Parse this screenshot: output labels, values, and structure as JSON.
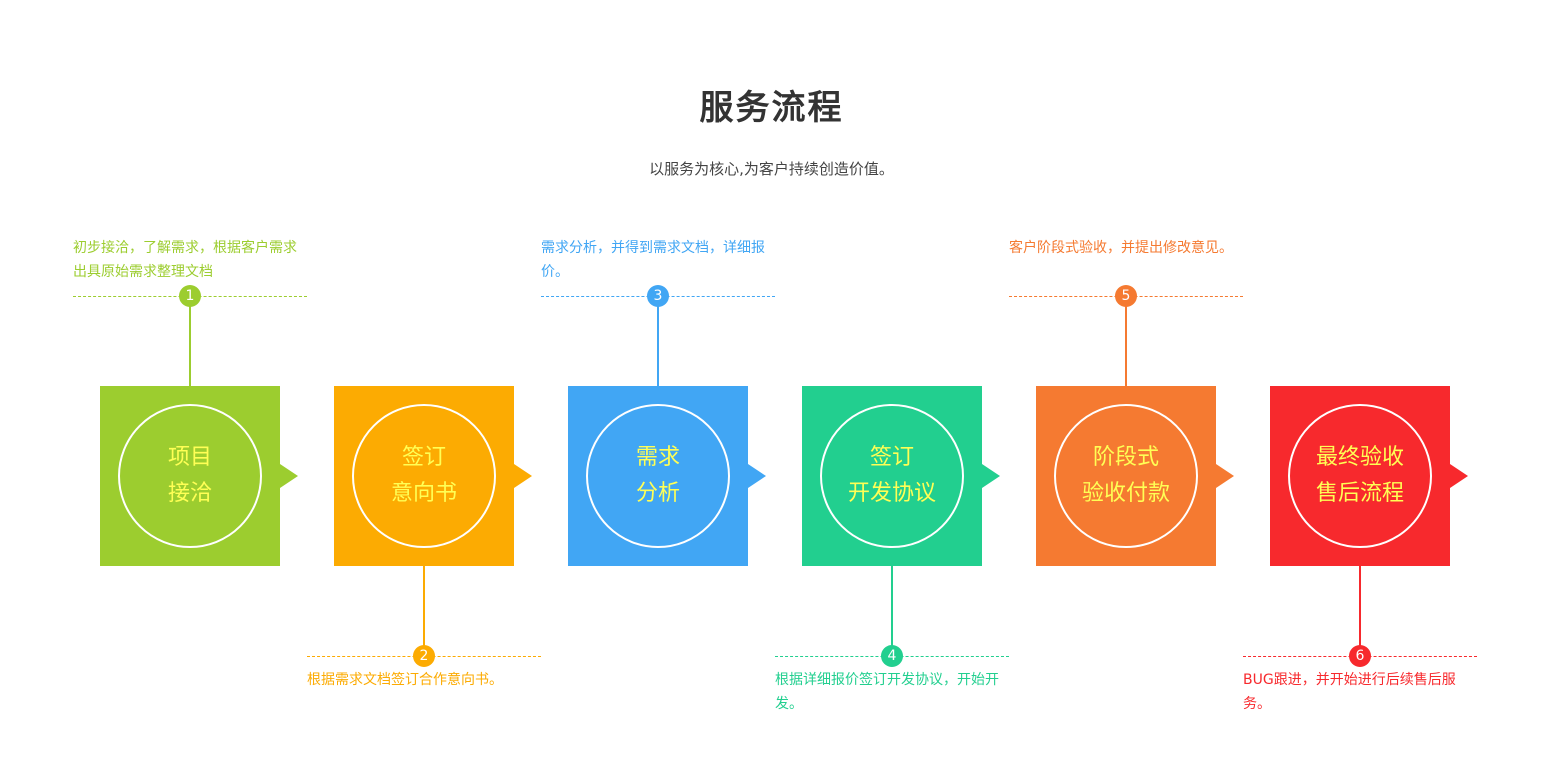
{
  "header": {
    "title": "服务流程",
    "subtitle": "以服务为核心,为客户持续创造价值。"
  },
  "steps": [
    {
      "number": "1",
      "line1": "项目",
      "line2": "接洽",
      "description": "初步接洽，了解需求，根据客户需求出具原始需求整理文档",
      "color": "#9ccd2f",
      "position": "top"
    },
    {
      "number": "2",
      "line1": "签订",
      "line2": "意向书",
      "description": "根据需求文档签订合作意向书。",
      "color": "#fcab02",
      "position": "bottom"
    },
    {
      "number": "3",
      "line1": "需求",
      "line2": "分析",
      "description": "需求分析，并得到需求文档，详细报价。",
      "color": "#41a6f4",
      "position": "top"
    },
    {
      "number": "4",
      "line1": "签订",
      "line2": "开发协议",
      "description": "根据详细报价签订开发协议，开始开发。",
      "color": "#22cf8f",
      "position": "bottom"
    },
    {
      "number": "5",
      "line1": "阶段式",
      "line2": "验收付款",
      "description": "客户阶段式验收，并提出修改意见。",
      "color": "#f57a31",
      "position": "top"
    },
    {
      "number": "6",
      "line1": "最终验收",
      "line2": "售后流程",
      "description": "BUG跟进，并开始进行后续售后服务。",
      "color": "#f7292d",
      "position": "bottom"
    }
  ]
}
